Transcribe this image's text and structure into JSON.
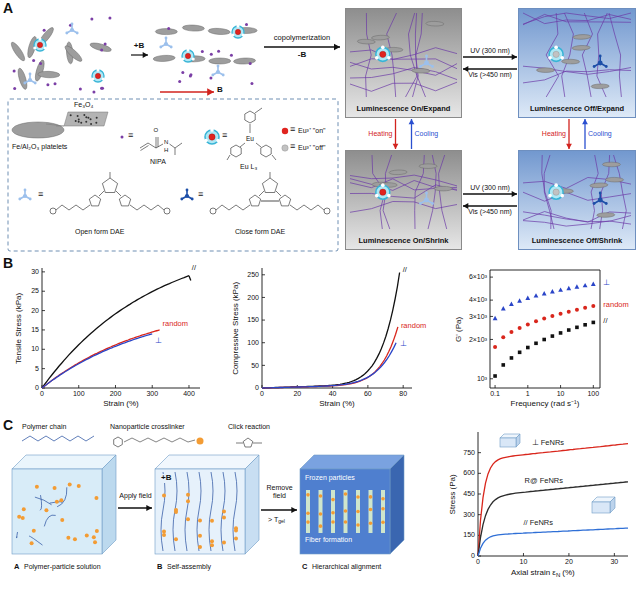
{
  "diagram": {
    "nodes": [
      {
        "text": [
          "Luminescence On/Expand"
        ]
      },
      {
        "text": [
          "Luminescence Off/Expand"
        ]
      },
      {
        "text": [
          "Luminescence On/Shrink"
        ]
      },
      {
        "text": [
          "Luminescence Off/Shrink"
        ]
      }
    ],
    "edges": [
      {
        "from": 0,
        "to": 1,
        "arrow": "to",
        "label": "UV (300 nm)"
      },
      {
        "from": 1,
        "to": 0,
        "arrow": "to",
        "label": "Vis (>450 nm)"
      },
      {
        "from": 0,
        "to": 2,
        "arrow": "to",
        "label": "Heating"
      },
      {
        "from": 2,
        "to": 0,
        "arrow": "to",
        "label": "Cooling"
      },
      {
        "from": 1,
        "to": 3,
        "arrow": "to",
        "label": "Heating"
      },
      {
        "from": 3,
        "to": 1,
        "arrow": "to",
        "label": "Cooling"
      },
      {
        "from": 2,
        "to": 3,
        "arrow": "to",
        "label": "UV (300 nm)"
      },
      {
        "from": 3,
        "to": 2,
        "arrow": "to",
        "label": "Vis (>450 nm)"
      }
    ],
    "labels": [
      "A",
      "+B",
      "B",
      "copolymerization",
      "-B",
      "Fe₃O₄",
      "Fe/Al₂O₃ platelets",
      "≡",
      "O",
      "N",
      "H",
      "NIPA",
      "≡",
      "Eu",
      "Eu L₃",
      "≡",
      "Eu³⁺ \"on\"",
      "≡",
      "Eu³⁺ \"off\"",
      "≡",
      "Open form DAE",
      "≡",
      "Close form DAE",
      "B",
      "0",
      "5",
      "10",
      "15",
      "20",
      "25",
      "30",
      "0",
      "100",
      "200",
      "300",
      "400",
      "Tensile Stress (kPa)",
      "Strain (%)",
      "//",
      "random",
      "⊥",
      "0",
      "50",
      "100",
      "150",
      "200",
      "250",
      "0",
      "20",
      "40",
      "60",
      "80",
      "Compressive Stress (kPa)",
      "Strain (%)",
      "//",
      "random",
      "⊥",
      "6×10³",
      "4×10³",
      "3×10³",
      "2×10³",
      "10³",
      "0.1",
      "1",
      "10",
      "100",
      "G' (Pa)",
      "Frequency (rad s⁻¹)",
      "⊥",
      "random",
      "//",
      "C",
      "Polymer chain",
      "Nanoparticle crosslinker",
      "Click reaction",
      "Apply field",
      "+B",
      "Remove field",
      "> T",
      "gel",
      "Fiber formation",
      "Frozen particles",
      "A",
      "Polymer-particle solution",
      "B",
      "Self-assembly",
      "C",
      "Hierarchical alignment",
      "0",
      "150",
      "300",
      "450",
      "600",
      "750",
      "0",
      "10",
      "20",
      "30",
      "Stress (Pa)",
      "Axial strain ε",
      "N",
      "(%)",
      "⊥ FeNRs",
      "R@ FeNRs",
      "// FeNRs"
    ]
  }
}
